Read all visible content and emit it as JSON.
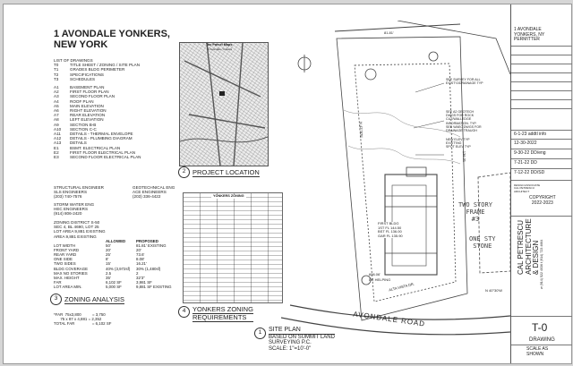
{
  "project": {
    "title": "1 AVONDALE YONKERS, NEW YORK"
  },
  "drawing_list": {
    "heading": "LIST OF DRAWINGS",
    "groups": [
      [
        {
          "code": "T0",
          "title": "TITLE SHEET / ZONING / SITE PLAN"
        },
        {
          "code": "T1",
          "title": "GRADES BLDG PERIMETER"
        },
        {
          "code": "T2",
          "title": "SPECIFICATIONS"
        },
        {
          "code": "T3",
          "title": "SCHEDULES"
        }
      ],
      [
        {
          "code": "A1",
          "title": "BASEMENT PLAN"
        },
        {
          "code": "A2",
          "title": "FIRST FLOOR PLAN"
        },
        {
          "code": "A3",
          "title": "SECOND FLOOR PLAN"
        },
        {
          "code": "A4",
          "title": "ROOF PLAN"
        },
        {
          "code": "A5",
          "title": "MAIN ELEVATION"
        },
        {
          "code": "A6",
          "title": "RIGHT ELEVATION"
        },
        {
          "code": "A7",
          "title": "REAR ELEVATION"
        },
        {
          "code": "A8",
          "title": "LEFT ELEVATION"
        },
        {
          "code": "A9",
          "title": "SECTION B-B"
        },
        {
          "code": "A10",
          "title": "SECTION C-C"
        },
        {
          "code": "A11",
          "title": "DETAILS - THERMAL ENVELOPE"
        },
        {
          "code": "A12",
          "title": "DETAILS - PLUMBING DIAGRAM"
        },
        {
          "code": "A13",
          "title": "DETAILS"
        },
        {
          "code": "E1",
          "title": "BSMT. ELECTRICAL PLAN"
        },
        {
          "code": "E2",
          "title": "FIRST FLOOR ELECTRICAL PLAN"
        },
        {
          "code": "E3",
          "title": "SECOND FLOOR ELECTRICAL PLAN"
        }
      ]
    ]
  },
  "contacts": {
    "structural": [
      "STRUCTURAL ENGINEER",
      "SLS ENGINEERS",
      "(203) 740-7576"
    ],
    "geotech": [
      "GEOTECHNICAL ENG",
      "ACE ENGINEERS",
      "(203) 336-4422"
    ],
    "storm": [
      "STORM WATER ENG",
      "HEC ENGINEERS",
      "(914) 806-2420"
    ]
  },
  "zoning": {
    "lines": [
      "ZONING DISTRICT S-50",
      "SEC 4, BL 4690, LOT 25",
      "LOT AREA  9,881 EXISTING",
      "AREA  9,881 EXISTING"
    ],
    "headers": [
      "",
      "ALLOWED",
      "PROPOSED"
    ],
    "rows": [
      [
        "LOT WIDTH",
        "50'",
        "81.81' EXISTING"
      ],
      [
        "FRONT YARD",
        "20'",
        "20'"
      ],
      [
        "REAR YARD",
        "25'",
        "73.6'"
      ],
      [
        "ONE SIDE",
        "8'",
        "8.08'"
      ],
      [
        "TWO SIDES",
        "15'",
        "16.21'"
      ],
      [
        "BLDG COVERAGE",
        "40% (3,972sf)",
        "30% (1,480sf)"
      ],
      [
        "MAX NO STORIES",
        "2.5",
        "2"
      ],
      [
        "MAX. HEIGHT",
        "35'",
        "32'3\""
      ],
      [
        "FAR",
        "6,102 SF",
        "3,981 SF"
      ],
      [
        "LOT AREA MIN.",
        "5,000 SF",
        "9,881 SF  EXISTING"
      ]
    ],
    "calc": [
      "*FAR  75x3,800          = 3,750",
      "      75 x 87 x 4,881 = 2,352",
      "TOTAL FAR                = 6,102 SF"
    ]
  },
  "drawing_labels": {
    "zoning_analysis": {
      "num": "3",
      "text": "ZONING ANALYSIS"
    },
    "project_location": {
      "num": "2",
      "text": "PROJECT LOCATION"
    },
    "zoning_req": {
      "num": "4",
      "text": "YONKERS ZONING",
      "text2": "REQUIREMENTS"
    },
    "site_plan": {
      "num": "1",
      "text": "SITE PLAN",
      "lines": [
        "BASED ON SUMMIT LAND",
        "SURVEYING P.C.",
        "SCALE: 1\"=10'-0\""
      ]
    }
  },
  "map": {
    "title": "Tax Parcel Maps",
    "subtitle": "1 Avondale, Yonkers"
  },
  "site_plan": {
    "road": "AVONDALE ROAD",
    "street2": "ALTA VISTA DR.",
    "neighbor": [
      "TWO STORY",
      "FRAME",
      "#3"
    ],
    "neighbor_b": [
      "ONE STY",
      "STONE"
    ],
    "elev": [
      "FIRST BLDG",
      "1ST FL 144.50",
      "BST FL 136.00",
      "GAR FL 135.90"
    ],
    "notes": [
      "SEE SURVEY FOR ALL",
      "EXIST'G/DRAINAGE TYP",
      "SEE A2 GEOTECH",
      "DWGS FOR ROCK",
      "CUT/WALLEDGE",
      "INFORMATION. TYP.",
      "SEE WAEC DWGS FOR",
      "DRAINAGE TRAUGH",
      "NEW ELEV TYP",
      "EXIST'ING",
      "SPOT ELEV TYP"
    ],
    "dims": [
      "N 42°30'E",
      "81.81'",
      "136.31",
      "N 40°30'W",
      "606.06'",
      "DE HELPING"
    ]
  },
  "title_block": {
    "project": [
      "1 AVONDALE",
      "YONKERS, NY",
      "PERMITTER"
    ],
    "revisions": [
      "6-1-23 addtl info",
      "12-30-2022",
      "9-30-22 DD/eng",
      "7-21-22 DD",
      "7-12-22 DD/SD"
    ],
    "stamp": [
      "DESIGN ASSOCIATE",
      "CAL PETRESCU",
      "ARCHITECT"
    ],
    "copyright": [
      "COPYRIGHT",
      "2022-2023"
    ],
    "firm": [
      "CAL PETRESCU",
      "ARCHITECTURE",
      "& DESIGN"
    ],
    "firm_addr": "w (914) 522 4036  t (914) 723 4664",
    "sheet_no": "T-0",
    "sheet_title": "DRAWING",
    "scale": [
      "SCALE AS",
      "SHOWN"
    ]
  }
}
